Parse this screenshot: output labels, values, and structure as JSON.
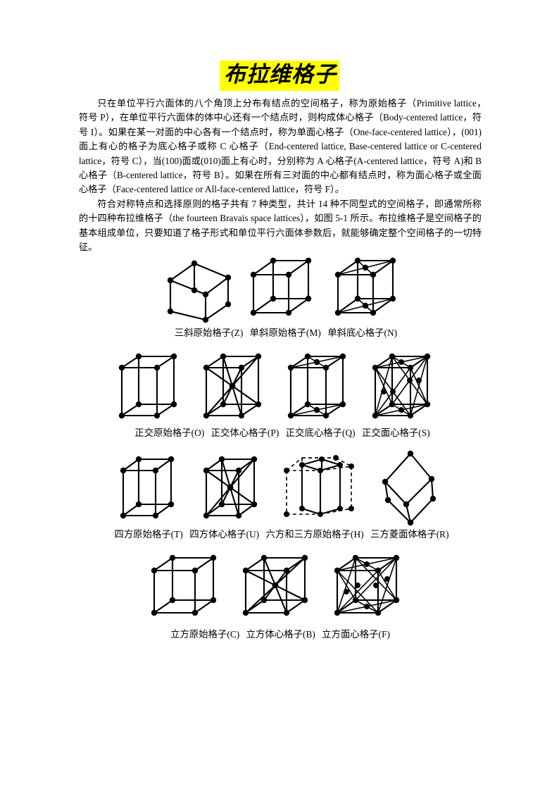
{
  "document": {
    "title": "布拉维格子",
    "title_highlight_color": "#ffff00",
    "paragraphs": [
      "只在单位平行六面体的八个角顶上分布有结点的空间格子，称为原始格子（Primitive lattice，　符号 P），在单位平行六面体的体中心还有一个结点时，则构成体心格子（Body-centered lattice，符号 I）。如果在某一对面的中心各有一个结点时，称为单面心格子（One-face-centered lattice），(001)面上有心的格子为底心格子或称 C 心格子（End-centered lattice, Base-centered lattice or C-centered lattice，符号 C），当(100)面或(010)面上有心时，分别称为 A 心格子(A-centered lattice，符号 A)和 B 心格子（B-centered lattice，符号 B）。如果在所有三对面的中心都有结点时，称为面心格子或全面心格子（Face-centered lattice or All-face-centered lattice，符号 F）。",
      "符合对称特点和选择原则的格子共有 7 种类型，共计 14 种不同型式的空间格子，即通常所称的十四种布拉维格子（the fourteen Bravais space lattices），如图 5-1 所示。布拉维格子是空间格子的基本组成单位，只要知道了格子形式和单位平行六面体参数后，就能够确定整个空间格子的一切特征。"
    ]
  },
  "figure": {
    "rows": [
      {
        "id": "row-1",
        "captions": [
          "三斜原始格子(Z)",
          "单斜原始格子(M)",
          "单斜底心格子(N)"
        ]
      },
      {
        "id": "row-2",
        "captions": [
          "正交原始格子(O)",
          "正交体心格子(P)",
          "正交底心格子(Q)",
          "正交面心格子(S)"
        ]
      },
      {
        "id": "row-3",
        "captions": [
          "四方原始格子(T)",
          "四方体心格子(U)",
          "六方和三方原始格子(H)",
          "三方菱面体格子(R)"
        ]
      },
      {
        "id": "row-4",
        "captions": [
          "立方原始格子(C)",
          "立方体心格子(B)",
          "立方面心格子(F)"
        ]
      }
    ],
    "lattice_names": [
      "triclinic-primitive",
      "monoclinic-primitive",
      "monoclinic-base-centered",
      "orthorhombic-primitive",
      "orthorhombic-body-centered",
      "orthorhombic-base-centered",
      "orthorhombic-face-centered",
      "tetragonal-primitive",
      "tetragonal-body-centered",
      "hexagonal-trigonal-primitive",
      "trigonal-rhombohedral",
      "cubic-primitive",
      "cubic-body-centered",
      "cubic-face-centered"
    ]
  }
}
